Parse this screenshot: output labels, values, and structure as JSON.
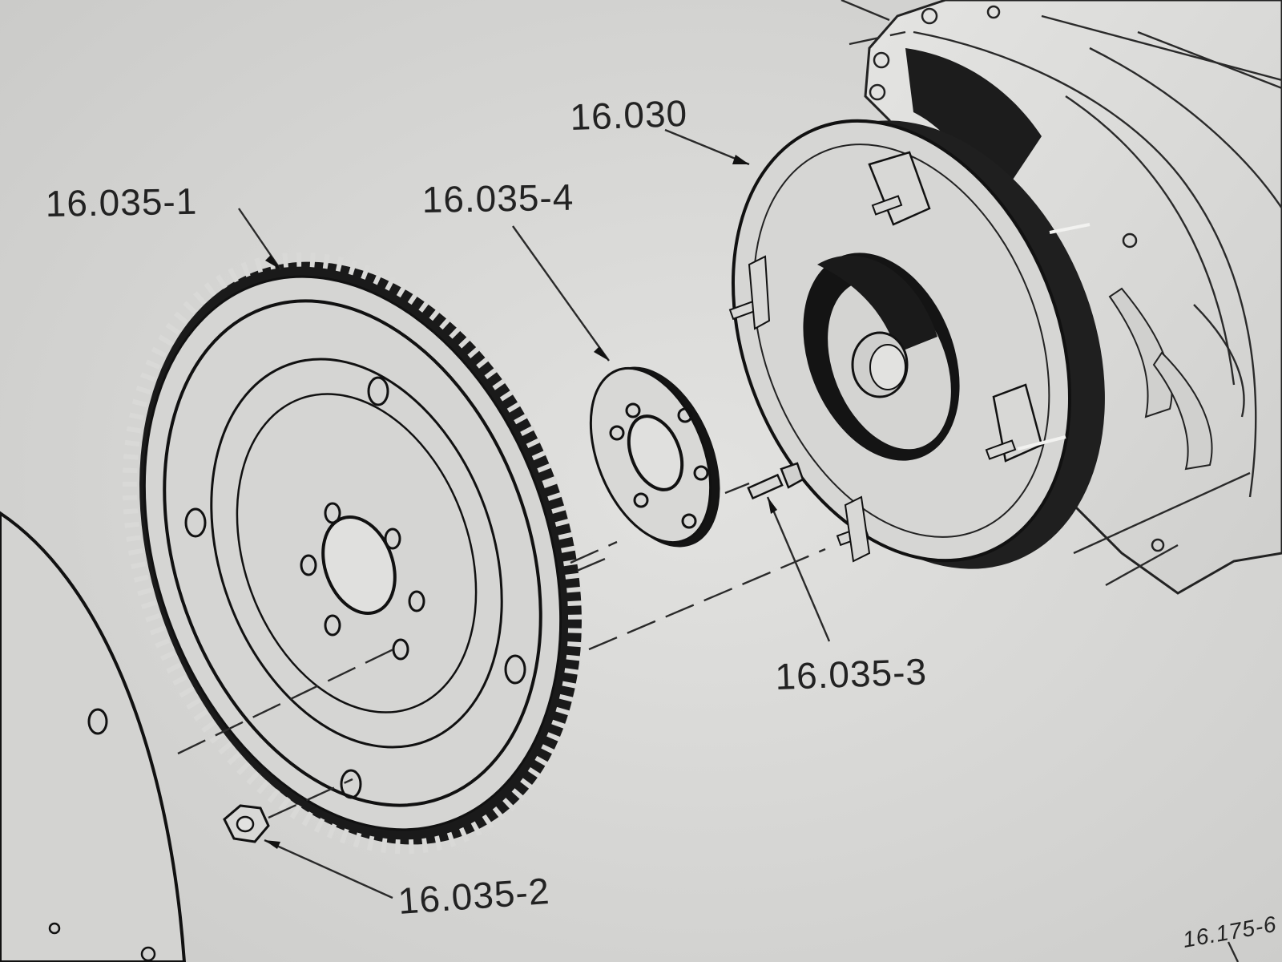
{
  "labels": {
    "torque_converter": "16.030",
    "flywheel": "16.035-1",
    "nut": "16.035-2",
    "bolt": "16.035-3",
    "plate": "16.035-4",
    "corner_ref": "16.175-6"
  }
}
